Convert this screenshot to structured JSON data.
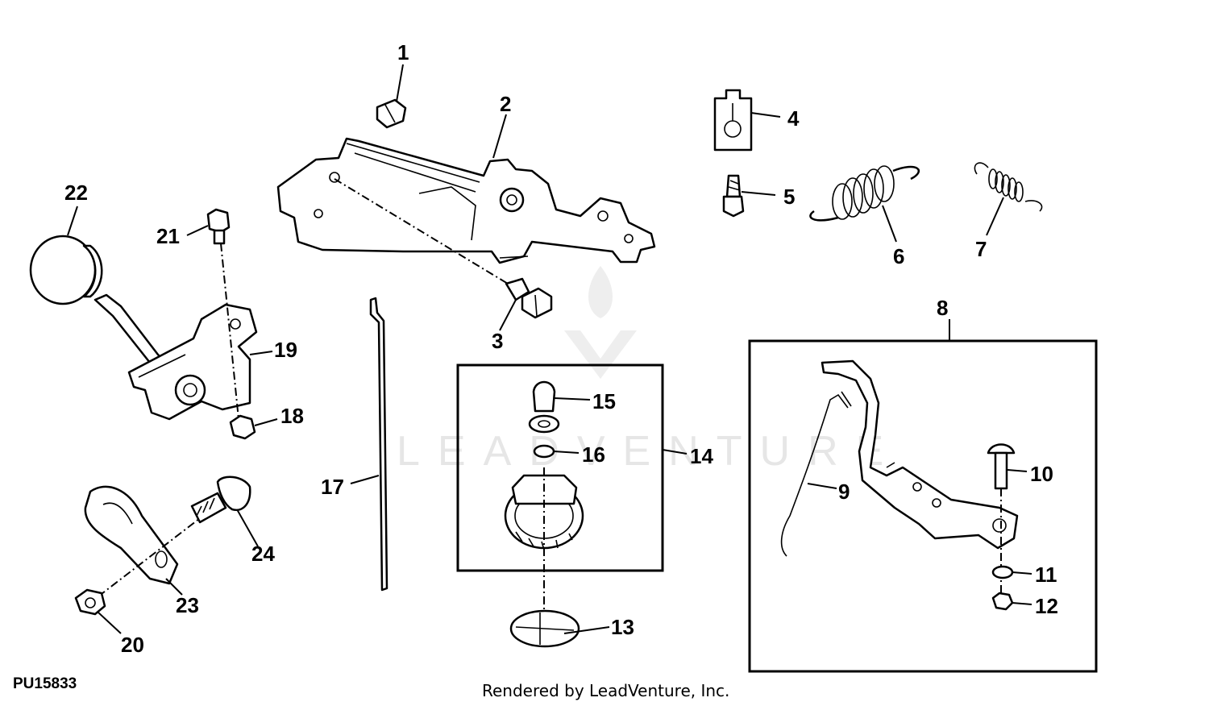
{
  "diagram": {
    "callouts": [
      "1",
      "2",
      "3",
      "4",
      "5",
      "6",
      "7",
      "8",
      "9",
      "10",
      "11",
      "12",
      "13",
      "14",
      "15",
      "16",
      "17",
      "18",
      "19",
      "20",
      "21",
      "22",
      "23",
      "24"
    ],
    "figure_code": "PU15833",
    "credit": "Rendered by LeadVenture, Inc.",
    "watermark": "LEADVENTURE"
  }
}
